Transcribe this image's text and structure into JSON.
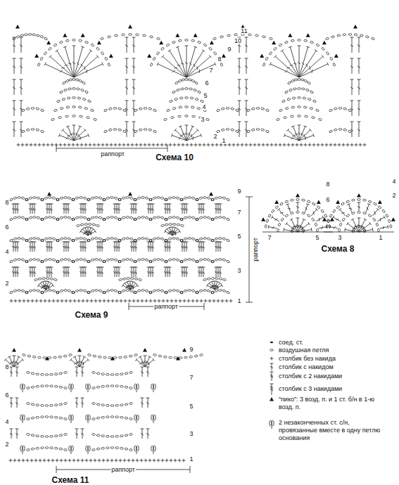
{
  "diagram": {
    "labels": [
      "Схема 10",
      "раппорт",
      "11",
      "10",
      "9",
      "8",
      "7",
      "6",
      "5",
      "4",
      "3",
      "2",
      "1",
      "8",
      "9",
      "7",
      "6",
      "5",
      "4",
      "3",
      "2",
      "1",
      "раппорт",
      "раппорт",
      "Схема 9",
      "8",
      "4",
      "6",
      "2",
      "7",
      "5",
      "3",
      "1",
      "Схема 8",
      "9",
      "8",
      "7",
      "6",
      "5",
      "4",
      "3",
      "2",
      "1",
      "раппорт",
      "Схема 11"
    ],
    "legend": [
      {
        "text": "соед. ст."
      },
      {
        "text": "воздушная петля"
      },
      {
        "text": "столбик без накида"
      },
      {
        "text": "столбик с накидом"
      },
      {
        "text": "столбик с 2 накидами"
      },
      {
        "text": "столбик с 3 накидами"
      },
      {
        "text": "“пико”: 3 возд. п. и 1 ст. б/н в 1-ю возд. п."
      },
      {
        "text": "2 незаконченных ст. с/н, провязанные вместе в одну петлю основания"
      }
    ]
  }
}
